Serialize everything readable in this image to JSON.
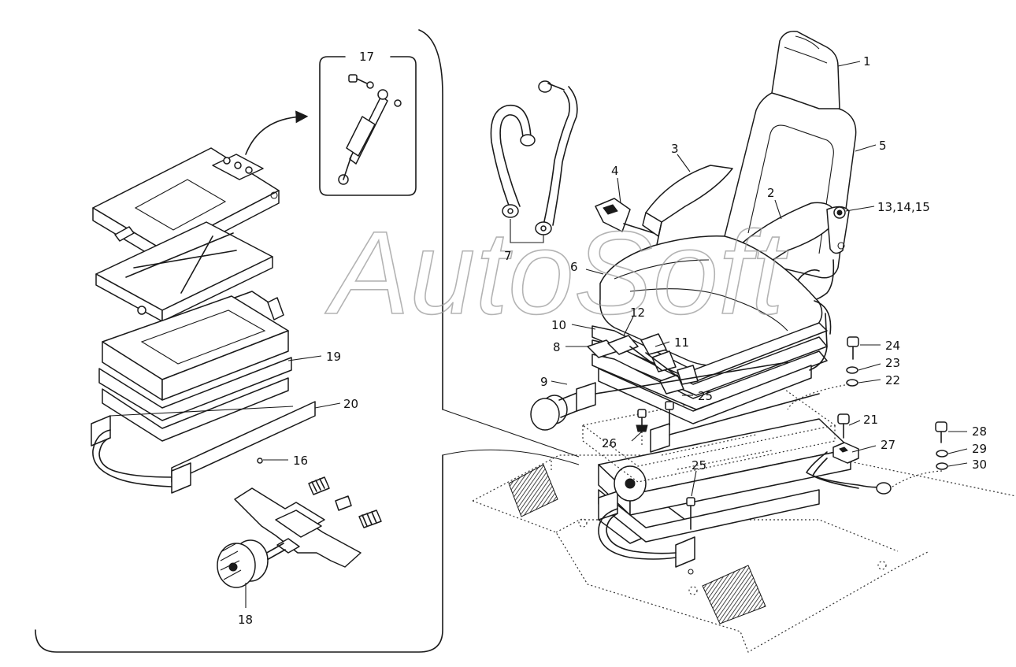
{
  "watermark": "AutoSoft",
  "callouts": {
    "c1": "1",
    "c2": "2",
    "c3": "3",
    "c4": "4",
    "c5": "5",
    "c6": "6",
    "c7": "7",
    "c8": "8",
    "c9": "9",
    "c10": "10",
    "c11": "11",
    "c12": "12",
    "c13_15": "13,14,15",
    "c16": "16",
    "c17": "17",
    "c18": "18",
    "c19": "19",
    "c20": "20",
    "c21": "21",
    "c22": "22",
    "c23": "23",
    "c24": "24",
    "c25a": "25",
    "c25b": "25",
    "c26": "26",
    "c27": "27",
    "c28": "28",
    "c29": "29",
    "c30": "30"
  },
  "colors": {
    "line": "#1a1a1a",
    "watermark": "#9a9a9a",
    "background": "#ffffff"
  }
}
